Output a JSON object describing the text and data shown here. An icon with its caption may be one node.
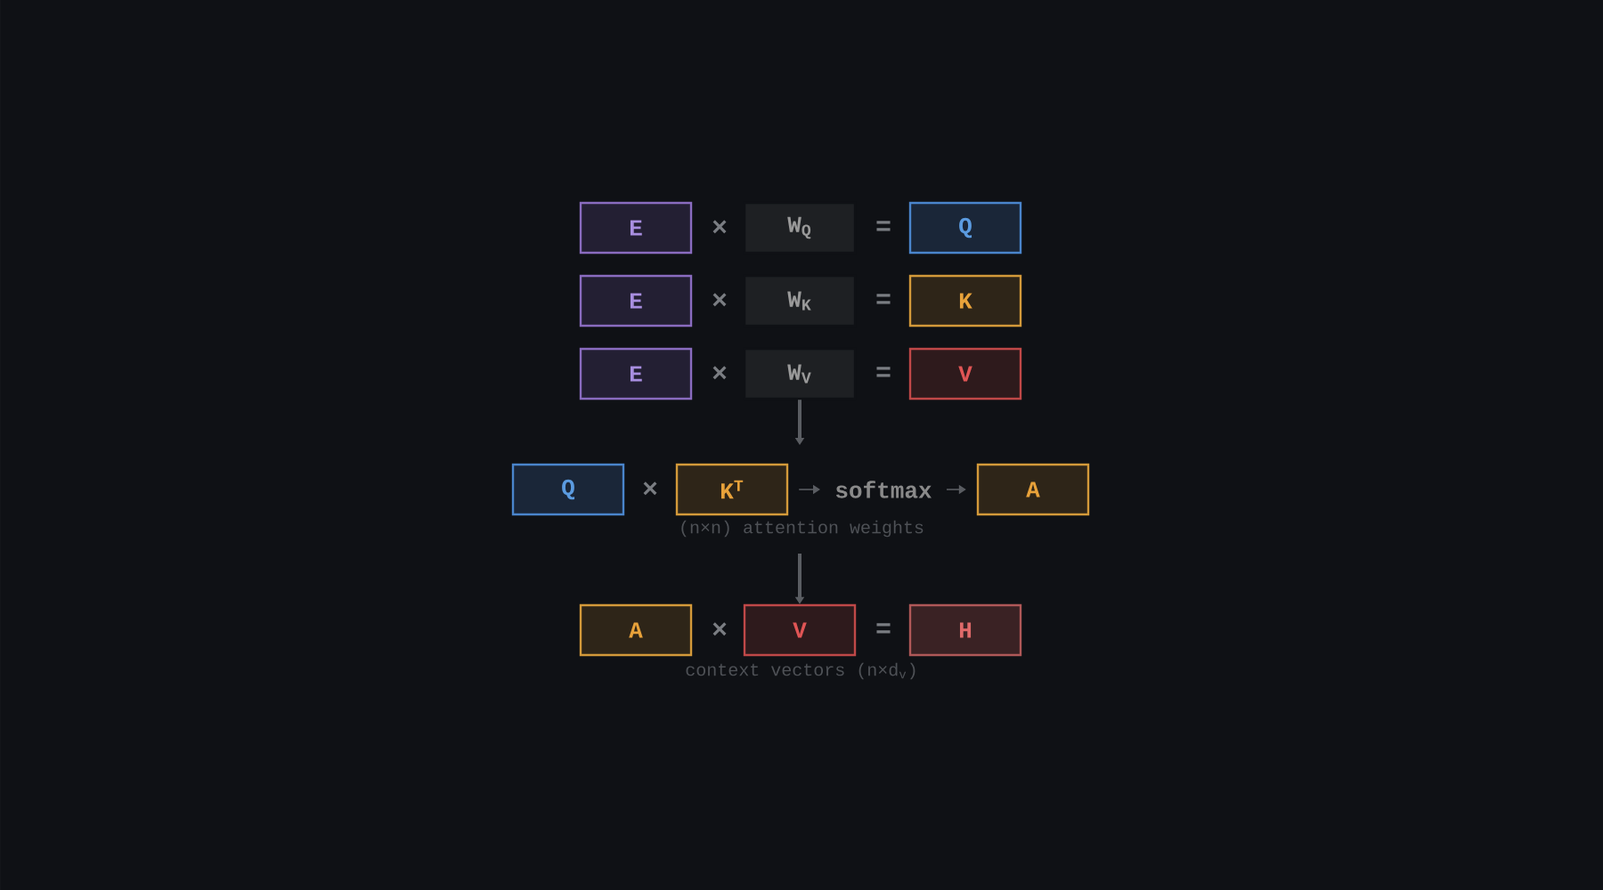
{
  "diagram": {
    "nodes": [
      {
        "text": [
          "E"
        ]
      },
      {
        "text": [
          "W$_{Q}$"
        ]
      },
      {
        "text": [
          "Q"
        ]
      },
      {
        "text": [
          "E"
        ]
      },
      {
        "text": [
          "W$_{K}$"
        ]
      },
      {
        "text": [
          "K"
        ]
      },
      {
        "text": [
          "E"
        ]
      },
      {
        "text": [
          "W$_{V}$"
        ]
      },
      {
        "text": [
          "V"
        ]
      },
      {
        "text": [
          "Q"
        ]
      },
      {
        "text": [
          "K$^{T}$"
        ]
      },
      {
        "text": [
          "softmax"
        ]
      },
      {
        "text": [
          "A"
        ]
      },
      {
        "text": [
          "A"
        ]
      },
      {
        "text": [
          "V"
        ]
      },
      {
        "text": [
          "H"
        ]
      }
    ],
    "edges": [
      {
        "from": 7,
        "to": null,
        "arrow": "to"
      },
      {
        "from": 10,
        "to": 11,
        "arrow": "to"
      },
      {
        "from": 11,
        "to": 12,
        "arrow": "to"
      },
      {
        "from": null,
        "to": 14,
        "arrow": "to"
      }
    ],
    "labels": [
      "×",
      "=",
      "×",
      "=",
      "×",
      "=",
      "×",
      "(n×n) attention weights",
      "×",
      "=",
      "context vectors (n×d$_{v}$)"
    ]
  }
}
